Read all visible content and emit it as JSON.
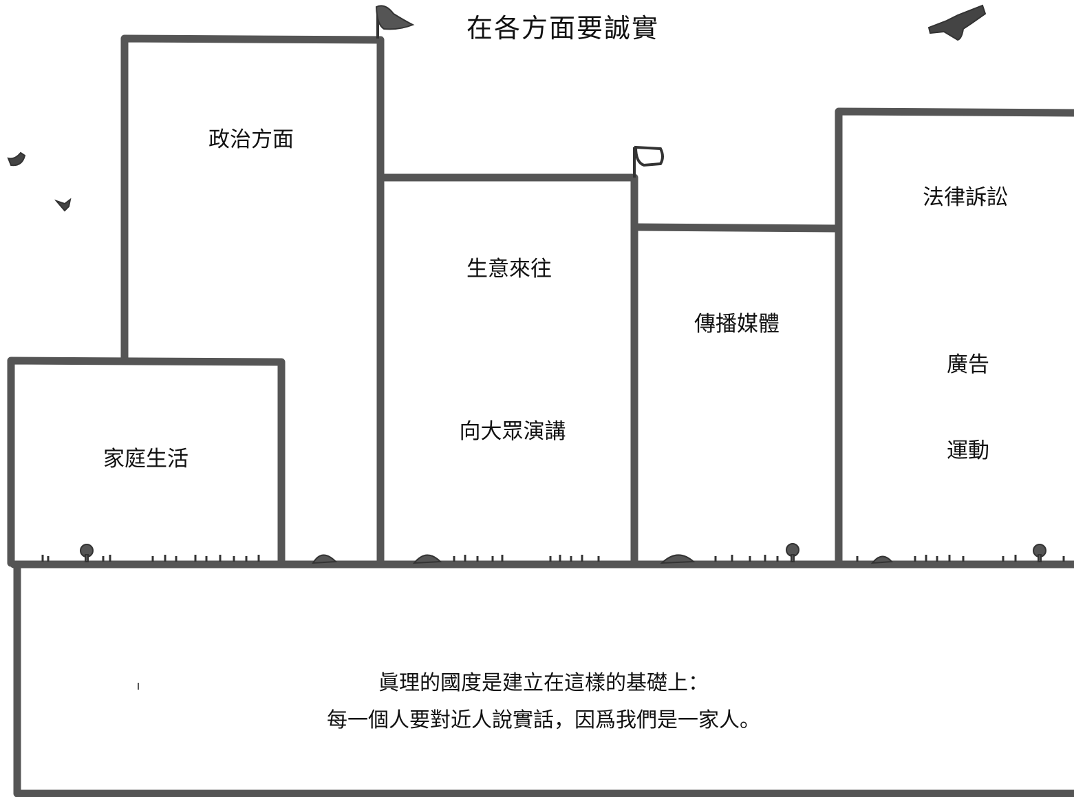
{
  "title": "在各方面要誠實",
  "buildings": {
    "politics": "政治方面",
    "family": "家庭生活",
    "business": "生意來往",
    "public_speaking": "向大眾演講",
    "media": "傳播媒體",
    "law": "法律訴訟",
    "advertising": "廣告",
    "sports": "運動"
  },
  "foundation": {
    "line1": "眞理的國度是建立在這樣的基礎上：",
    "line2": "每一個人要對近人說實話，因爲我們是一家人。"
  },
  "colors": {
    "outline": "#555555",
    "ink": "#111111",
    "background": "#ffffff"
  }
}
